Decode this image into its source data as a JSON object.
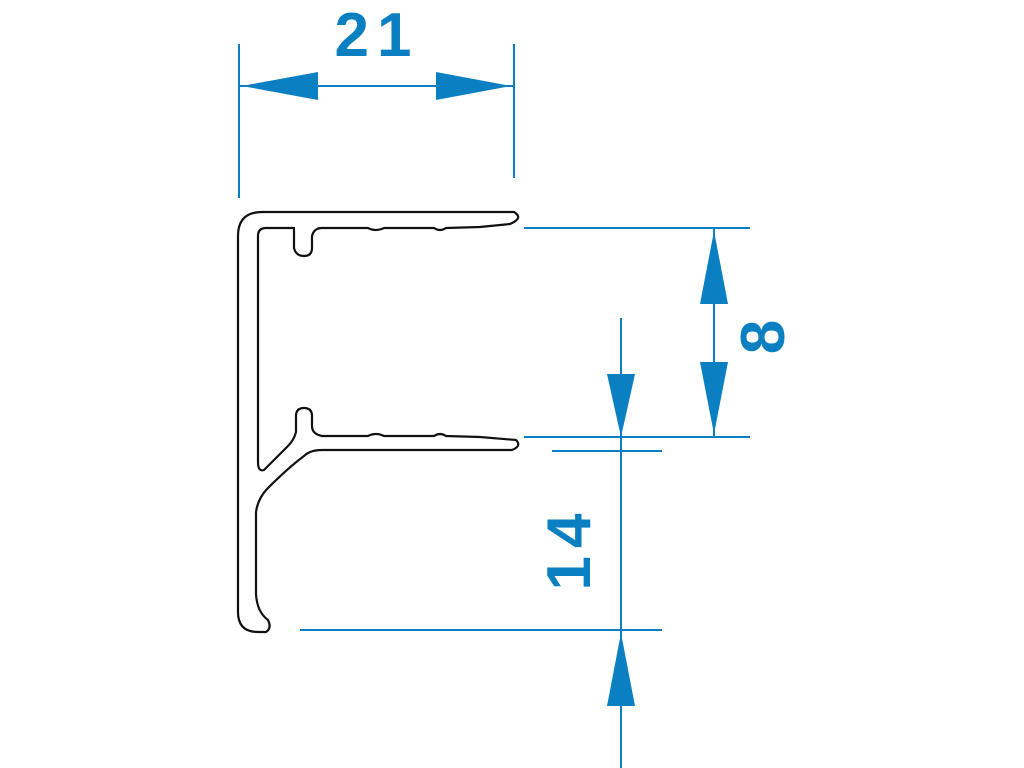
{
  "dimensions": {
    "width": "21",
    "flange_gap": "8",
    "bottom_leg": "14"
  },
  "colors": {
    "dimension": "#0a7fc2",
    "profile": "#111111",
    "background": "#ffffff"
  }
}
